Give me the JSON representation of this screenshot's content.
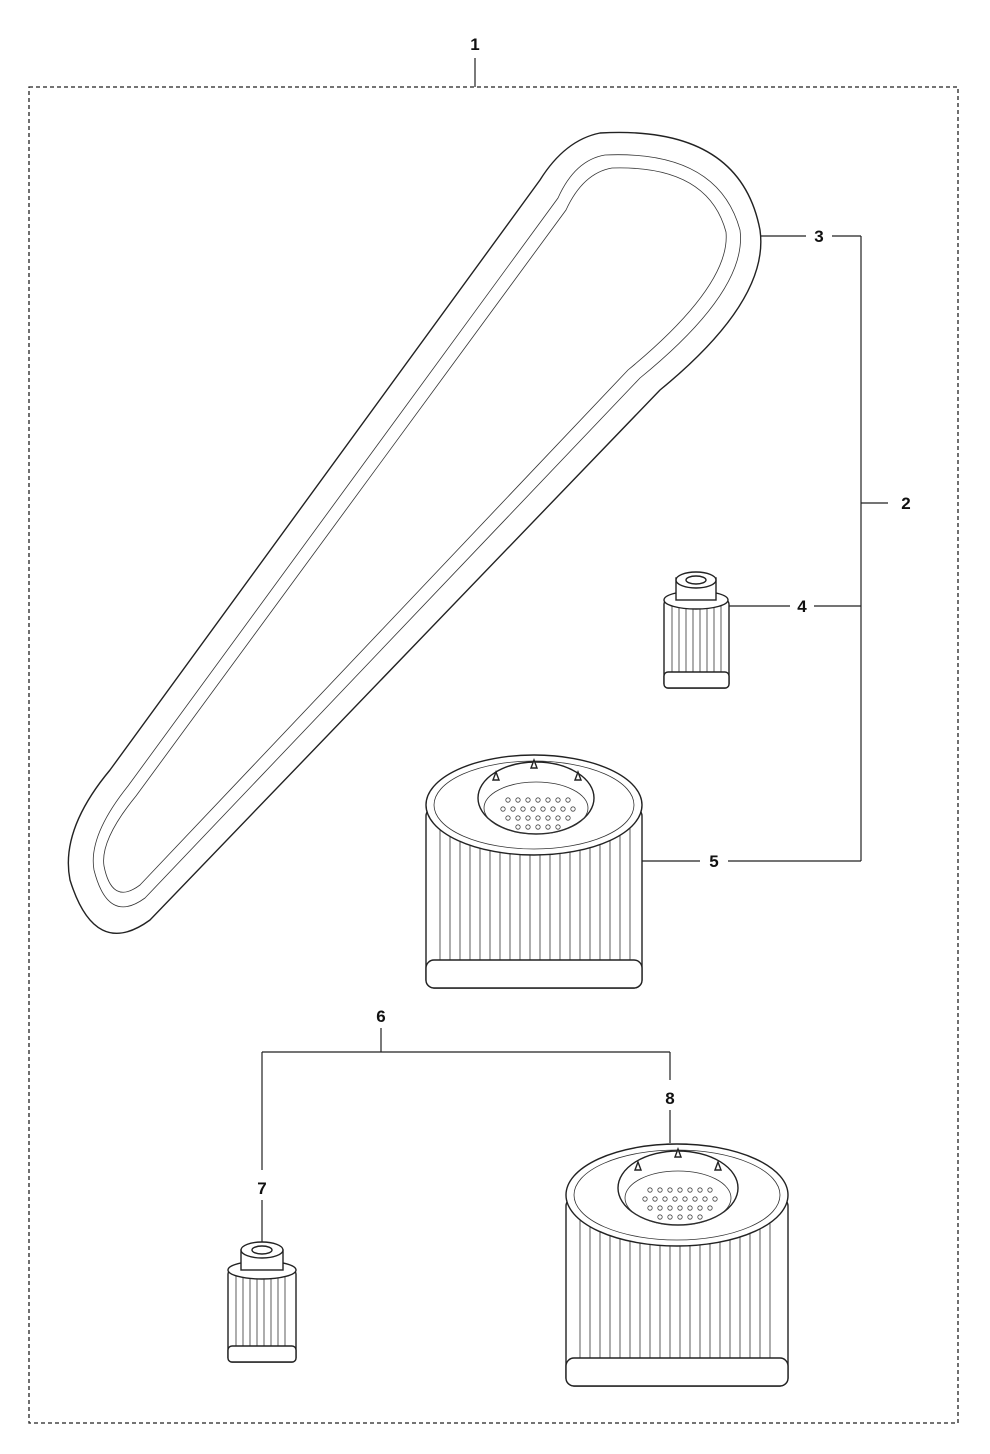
{
  "colors": {
    "line": "#222222",
    "background": "#ffffff"
  },
  "callouts": {
    "c1": "1",
    "c2": "2",
    "c3": "3",
    "c4": "4",
    "c5": "5",
    "c6": "6",
    "c7": "7",
    "c8": "8"
  },
  "parts": [
    "drive-belt",
    "small-filter-cartridge",
    "large-air-filter",
    "small-filter-cartridge",
    "large-air-filter"
  ]
}
